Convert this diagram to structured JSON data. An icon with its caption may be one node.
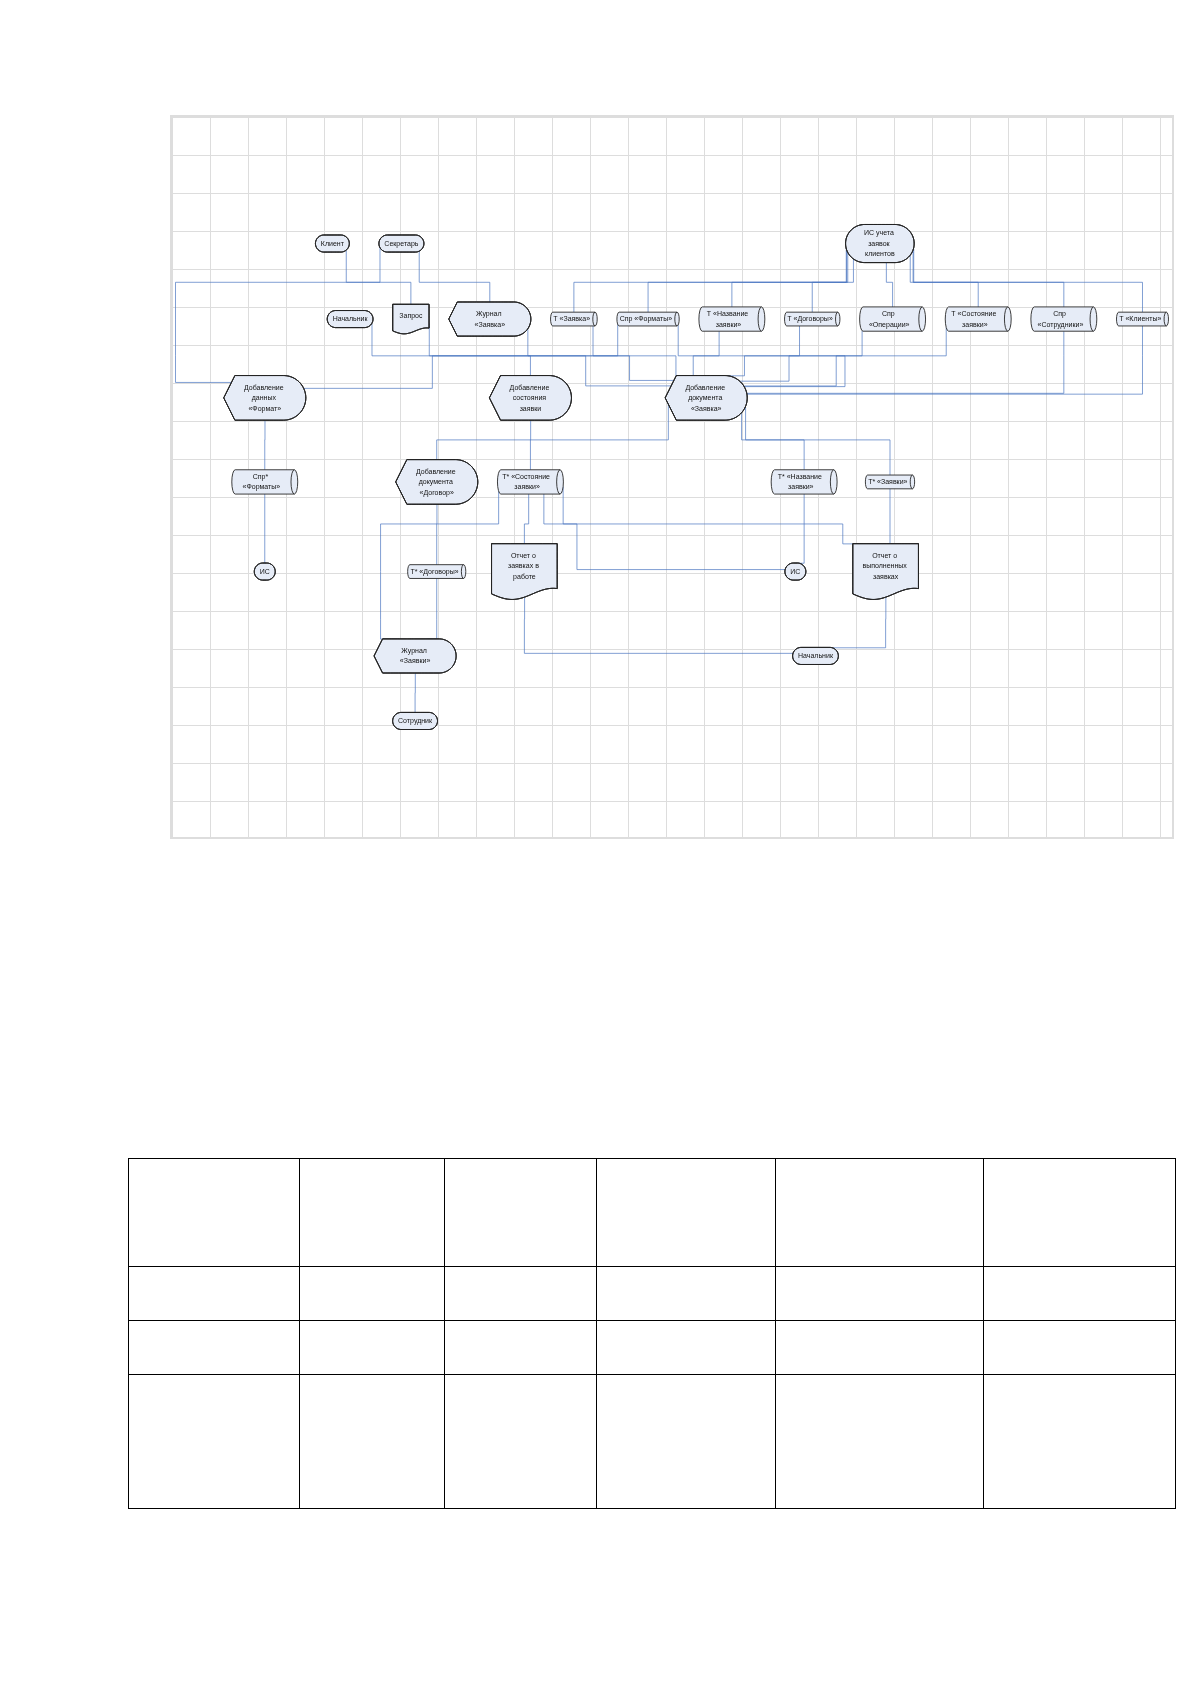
{
  "diagram": {
    "nodes": [
      {
        "text": [
          "Клиент"
        ]
      },
      {
        "text": [
          "Секретарь"
        ]
      },
      {
        "text": [
          "Начальник"
        ]
      },
      {
        "text": [
          "ИС учета заявок клиентов"
        ]
      },
      {
        "text": [
          "Запрос"
        ]
      },
      {
        "text": [
          "Журнал «Заявка»"
        ]
      },
      {
        "text": [
          "Т «Заявка»"
        ]
      },
      {
        "text": [
          "Т «Название заявки»"
        ]
      },
      {
        "text": [
          "Т «Договоры»"
        ]
      },
      {
        "text": [
          "Спр «Операции»"
        ]
      },
      {
        "text": [
          "Спр «Форматы»"
        ]
      },
      {
        "text": [
          "Спр «Сотрудники»"
        ]
      },
      {
        "text": [
          "Т «Клиенты»"
        ]
      },
      {
        "text": [
          "Т «Состояние заявки»"
        ]
      },
      {
        "text": [
          "Добавление документа «Заявка»"
        ]
      },
      {
        "text": [
          "Добавление данных «Формат»"
        ]
      },
      {
        "text": [
          "Т* «Заявки»"
        ]
      },
      {
        "text": [
          "Т* «Название заявки»"
        ]
      },
      {
        "text": [
          "Добавление документа «Договор»"
        ]
      },
      {
        "text": [
          "Спр* «Форматы»"
        ]
      },
      {
        "text": [
          "ИС"
        ]
      },
      {
        "text": [
          "Т* «Договоры»"
        ]
      },
      {
        "text": [
          "Добавление состояния заявки"
        ]
      },
      {
        "text": [
          "Т* «Состояние заявки»"
        ]
      },
      {
        "text": [
          "Отчет о заявках в работе"
        ]
      },
      {
        "text": [
          "Отчет о выполненных заявках"
        ]
      },
      {
        "text": [
          "Журнал «Заявки»"
        ]
      },
      {
        "text": [
          "ИС"
        ]
      },
      {
        "text": [
          "Начальник"
        ]
      },
      {
        "text": [
          "Сотрудник"
        ]
      }
    ],
    "edges": [
      {
        "from": 0,
        "to": 4,
        "arrow": "none"
      },
      {
        "from": 1,
        "to": 5,
        "arrow": "none"
      },
      {
        "from": 3,
        "to": 6,
        "arrow": "none"
      },
      {
        "from": 3,
        "to": 7,
        "arrow": "none"
      },
      {
        "from": 3,
        "to": 8,
        "arrow": "none"
      },
      {
        "from": 3,
        "to": 9,
        "arrow": "none"
      },
      {
        "from": 3,
        "to": 13,
        "arrow": "none"
      },
      {
        "from": 3,
        "to": 10,
        "arrow": "none"
      },
      {
        "from": 3,
        "to": 11,
        "arrow": "none"
      },
      {
        "from": 3,
        "to": 12,
        "arrow": "none"
      },
      {
        "from": 4,
        "to": 14,
        "arrow": "none"
      },
      {
        "from": 5,
        "to": 14,
        "arrow": "none"
      },
      {
        "from": 6,
        "to": 14,
        "arrow": "none"
      },
      {
        "from": 7,
        "to": 14,
        "arrow": "none"
      },
      {
        "from": 8,
        "to": 14,
        "arrow": "none"
      },
      {
        "from": 9,
        "to": 14,
        "arrow": "none"
      },
      {
        "from": 13,
        "to": 14,
        "arrow": "none"
      },
      {
        "from": 10,
        "to": 14,
        "arrow": "none"
      },
      {
        "from": 11,
        "to": 14,
        "arrow": "none"
      },
      {
        "from": 12,
        "to": 14,
        "arrow": "none"
      },
      {
        "from": 1,
        "to": 15,
        "arrow": "none"
      },
      {
        "from": 10,
        "to": 15,
        "arrow": "none"
      },
      {
        "from": 14,
        "to": 16,
        "arrow": "none"
      },
      {
        "from": 14,
        "to": 17,
        "arrow": "none"
      },
      {
        "from": 14,
        "to": 18,
        "arrow": "none"
      },
      {
        "from": 15,
        "to": 19,
        "arrow": "none"
      },
      {
        "from": 19,
        "to": 20,
        "arrow": "none"
      },
      {
        "from": 18,
        "to": 21,
        "arrow": "none"
      },
      {
        "from": 2,
        "to": 22,
        "arrow": "none"
      },
      {
        "from": 22,
        "to": 23,
        "arrow": "none"
      },
      {
        "from": 23,
        "to": 24,
        "arrow": "none"
      },
      {
        "from": 23,
        "to": 25,
        "arrow": "none"
      },
      {
        "from": 23,
        "to": 27,
        "arrow": "none"
      },
      {
        "from": 23,
        "to": 26,
        "arrow": "none"
      },
      {
        "from": 16,
        "to": 25,
        "arrow": "none"
      },
      {
        "from": 17,
        "to": 27,
        "arrow": "none"
      },
      {
        "from": 21,
        "to": 26,
        "arrow": "none"
      },
      {
        "from": 24,
        "to": 28,
        "arrow": "none"
      },
      {
        "from": 25,
        "to": 28,
        "arrow": "none"
      },
      {
        "from": 26,
        "to": 29,
        "arrow": "none"
      }
    ]
  }
}
